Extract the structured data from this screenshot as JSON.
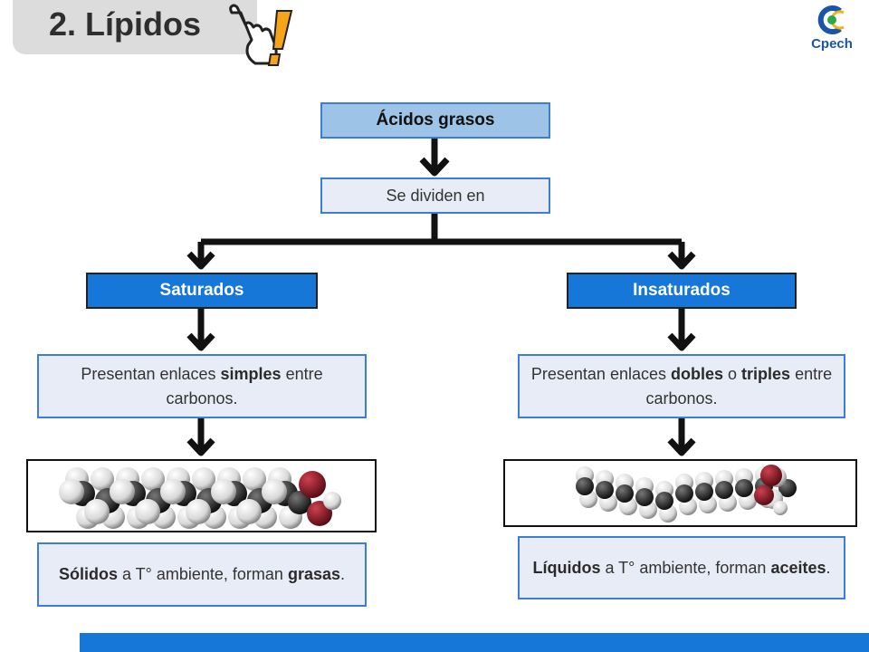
{
  "header": {
    "title": "2. Lípidos",
    "logo_text": "Cpech",
    "icons": [
      "pointing-hand-icon",
      "exclamation-icon"
    ]
  },
  "diagram": {
    "root": "Ácidos grasos",
    "connector": "Se dividen en",
    "left": {
      "category": "Saturados",
      "desc_parts": [
        "Presentan enlaces ",
        "simples",
        " entre carbonos."
      ],
      "state_parts": [
        "Sólidos",
        " a T° ambiente, forman ",
        "grasas",
        "."
      ],
      "molecule_image": "saturated-fatty-acid-molecule"
    },
    "right": {
      "category": "Insaturados",
      "desc_parts": [
        "Presentan enlaces ",
        "dobles",
        " o ",
        "triples",
        " entre carbonos."
      ],
      "state_parts": [
        "Líquidos",
        " a T° ambiente, forman ",
        "aceites",
        "."
      ],
      "molecule_image": "unsaturated-fatty-acid-molecule"
    }
  },
  "colors": {
    "category_fill": "#1777d9",
    "root_fill": "#9dc3e6",
    "box_fill": "#e8ecf6",
    "box_border": "#3a7fd5",
    "footer_bar": "#1777d9"
  }
}
